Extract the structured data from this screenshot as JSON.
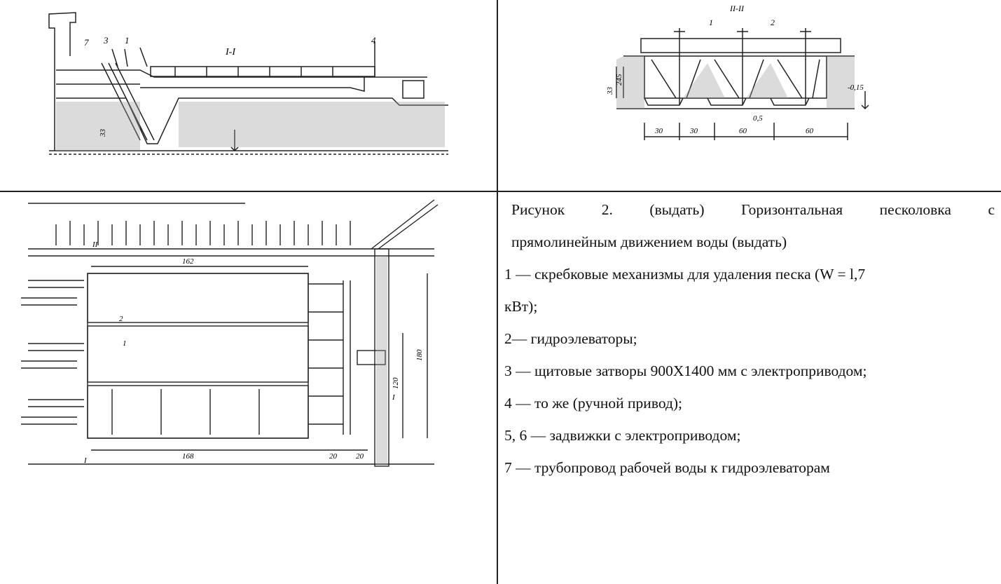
{
  "drawings": {
    "section_1": {
      "title": "I-I",
      "callouts": [
        "7",
        "3",
        "1",
        "4"
      ],
      "dims": [
        "33"
      ]
    },
    "section_2": {
      "title": "II-II",
      "callouts": [
        "1",
        "2"
      ],
      "dims": [
        "33",
        "245",
        "-0,15",
        "0,5",
        "30",
        "30",
        "60",
        "60"
      ]
    },
    "plan": {
      "dims_top": [
        "162"
      ],
      "dims_bottom": [
        "168",
        "20",
        "20"
      ],
      "dims_right": [
        "180",
        "120"
      ],
      "dims_misc": [
        "II",
        "1",
        "2",
        "I",
        "I"
      ]
    }
  },
  "caption": {
    "title_line1": "Рисунок 2. (выдать) Горизонтальная песколовка с",
    "title_line2": "прямолинейным движением воды (выдать)",
    "items": [
      "1 — скребковые механизмы для удаления песка (W = l,7",
      "кВт);",
      "2— гидроэлеваторы;",
      "3 — щитовые затворы 900X1400 мм с электроприводом;",
      "4 — то же (ручной привод);",
      "5,  6 — задвижки с электроприводом;",
      "7 — трубопровод рабочей воды к гидроэлеваторам"
    ]
  }
}
